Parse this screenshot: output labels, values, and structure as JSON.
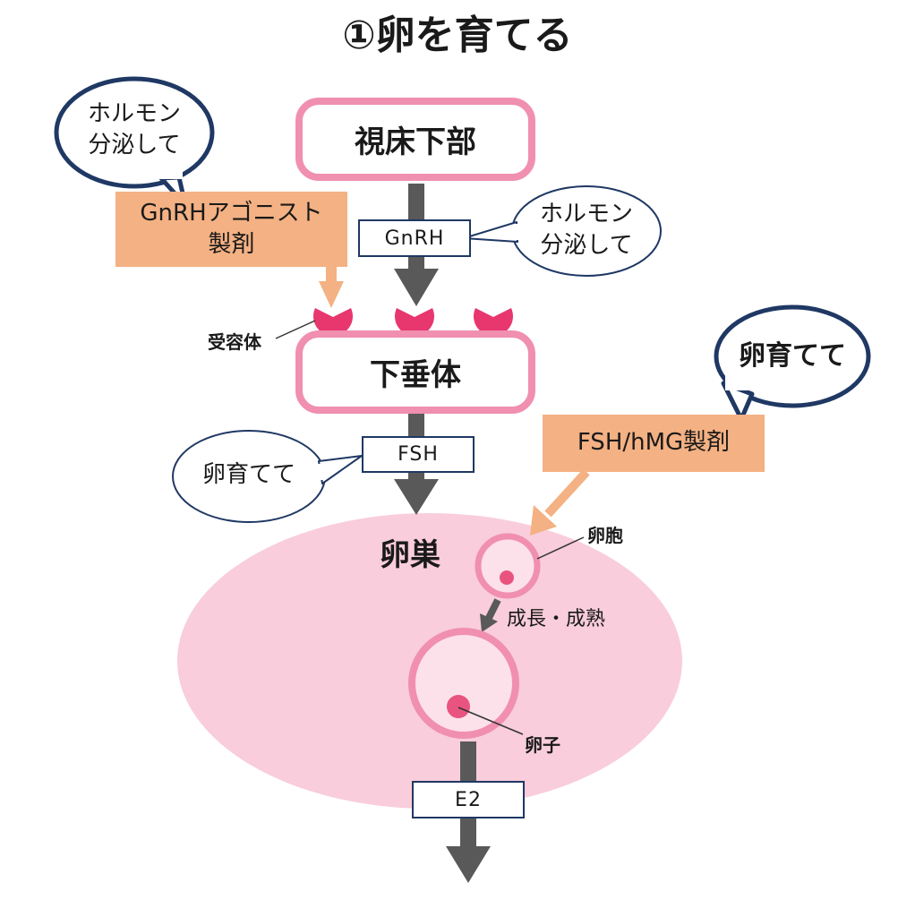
{
  "title": "①卵を育てる",
  "nodes": {
    "hypothalamus": "視床下部",
    "pituitary": "下垂体",
    "ovary": "卵巣",
    "follicle": "卵胞",
    "egg": "卵子",
    "receptor": "受容体",
    "growth": "成長・成熟"
  },
  "hormones": {
    "gnrh": "GnRH",
    "fsh": "FSH",
    "e2": "E2"
  },
  "drugs": {
    "gnrh_agonist_line1": "GnRHアゴニスト",
    "gnrh_agonist_line2": "製剤",
    "fsh_hmg": "FSH/hMG製剤"
  },
  "bubbles": {
    "drug_gnrh_line1": "ホルモン",
    "drug_gnrh_line2": "分泌して",
    "gnrh_line1": "ホルモン",
    "gnrh_line2": "分泌して",
    "drug_fsh": "卵育てて",
    "fsh": "卵育てて"
  },
  "colors": {
    "pink_border": "#f08fb0",
    "ovary_fill": "#f9cddb",
    "receptor": "#e8366f",
    "orange": "#f4b183",
    "navy": "#1f3864",
    "arrow": "#595959"
  }
}
